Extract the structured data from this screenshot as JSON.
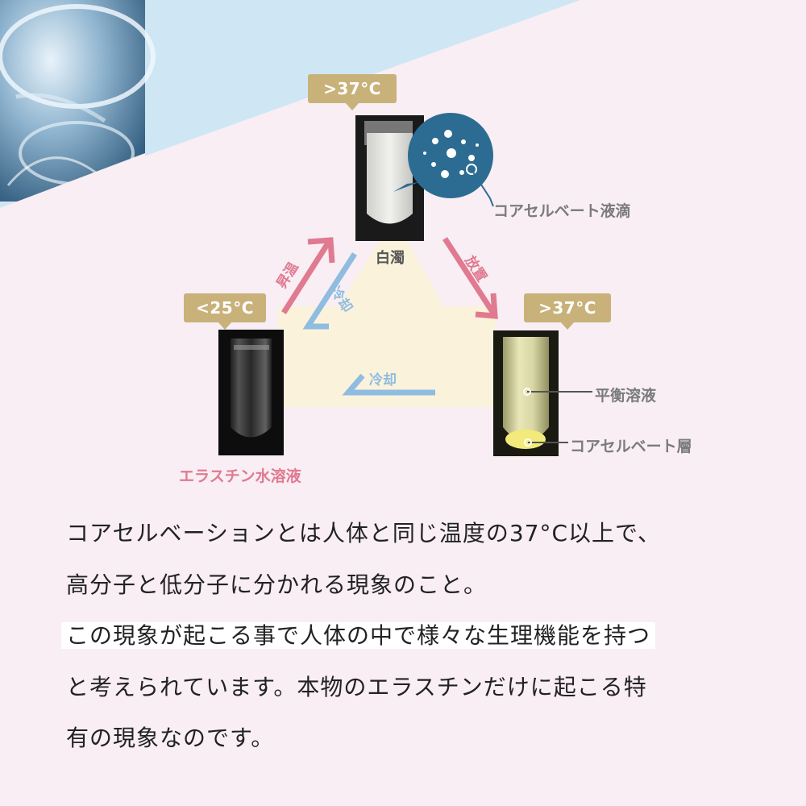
{
  "diagram": {
    "top_badge": ">37°C",
    "left_badge": "<25°C",
    "right_badge": ">37°C",
    "top_tube_label": "白濁",
    "coacervate_droplet_label": "コアセルベート液滴",
    "left_tube_label": "エラスチン水溶液",
    "equilibrium_label": "平衡溶液",
    "coacervate_layer_label": "コアセルベート層",
    "arrow_heat_label": "昇温",
    "arrow_cool_label_1": "冷却",
    "arrow_rest_label": "放置",
    "arrow_cool_label_2": "冷却"
  },
  "body": {
    "line1": "コアセルベーションとは人体と同じ温度の37°C以上で、",
    "line2": "高分子と低分子に分かれる現象のこと。",
    "line3": "この現象が起こる事で人体の中で様々な生理機能を持つ",
    "line4": "と考えられています。本物のエラスチンだけに起こる特",
    "line5": "有の現象なのです。"
  },
  "colors": {
    "background": "#f8eef4",
    "blue_band": "#cfe6f5",
    "badge": "#c8b27a",
    "triangle": "#fbf2dc",
    "pink_arrow": "#e07a91",
    "blue_arrow": "#8fbce0",
    "bubble": "#2c6c92"
  }
}
